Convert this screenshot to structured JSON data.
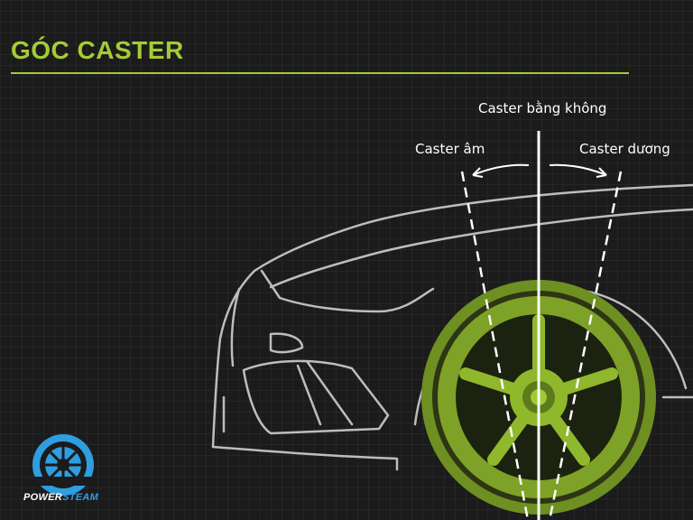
{
  "title": "GÓC CASTER",
  "labels": {
    "zero": "Caster bằng không",
    "negative": "Caster âm",
    "positive": "Caster dương"
  },
  "logo": {
    "part1": "POWER",
    "part2": "STEAM"
  },
  "colors": {
    "accent": "#a4cc35",
    "wheel": "#8fb82c",
    "background": "#1b1b1b",
    "logo_blue": "#2e9ee0"
  }
}
